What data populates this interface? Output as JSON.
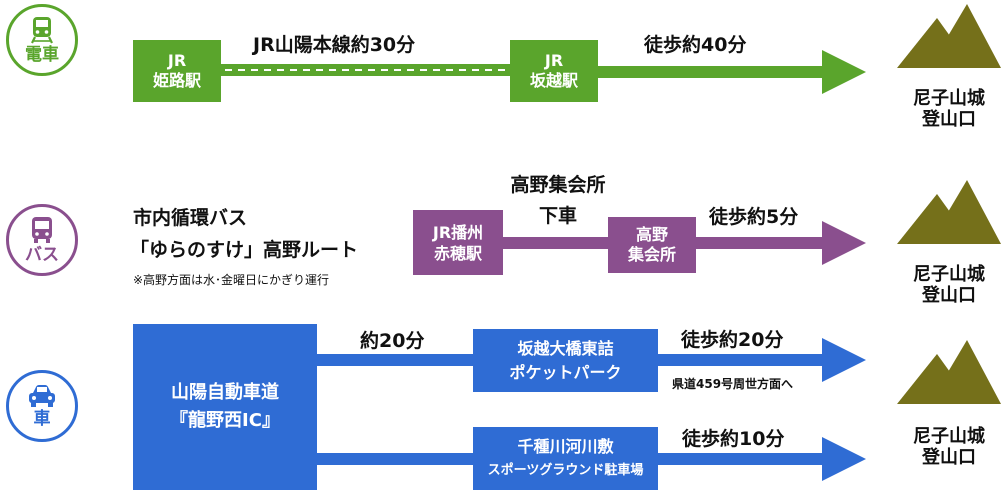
{
  "colors": {
    "train": "#5aa52c",
    "bus": "#8a4f8e",
    "car": "#2f6cd4",
    "mountain": "#75701a"
  },
  "train": {
    "icon": "train-icon",
    "label": "電車",
    "station1_line1": "JR",
    "station1_line2": "姫路駅",
    "rail_label": "JR山陽本線約30分",
    "station2_line1": "JR",
    "station2_line2": "坂越駅",
    "walk_label": "徒歩約40分",
    "dest_line1": "尼子山城",
    "dest_line2": "登山口"
  },
  "bus": {
    "icon": "bus-icon",
    "label": "バス",
    "route_line1": "市内循環バス",
    "route_line2": "「ゆらのすけ」高野ルート",
    "note": "※高野方面は水･金曜日にかぎり運行",
    "station1_line1": "JR播州",
    "station1_line2": "赤穂駅",
    "stop_label_line1": "高野集会所",
    "stop_label_line2": "下車",
    "station2_line1": "高野",
    "station2_line2": "集会所",
    "walk_label": "徒歩約5分",
    "dest_line1": "尼子山城",
    "dest_line2": "登山口"
  },
  "car": {
    "icon": "car-icon",
    "label": "車",
    "start_line1": "山陽自動車道",
    "start_line2": "『龍野西IC』",
    "drive_label": "約20分",
    "parking1_line1": "坂越大橋東詰",
    "parking1_line2": "ポケットパーク",
    "walk1_label": "徒歩約20分",
    "walk1_note": "県道459号周世方面へ",
    "parking2_line1": "千種川河川敷",
    "parking2_line2": "スポーツグラウンド駐車場",
    "walk2_label": "徒歩約10分",
    "dest_line1": "尼子山城",
    "dest_line2": "登山口"
  }
}
